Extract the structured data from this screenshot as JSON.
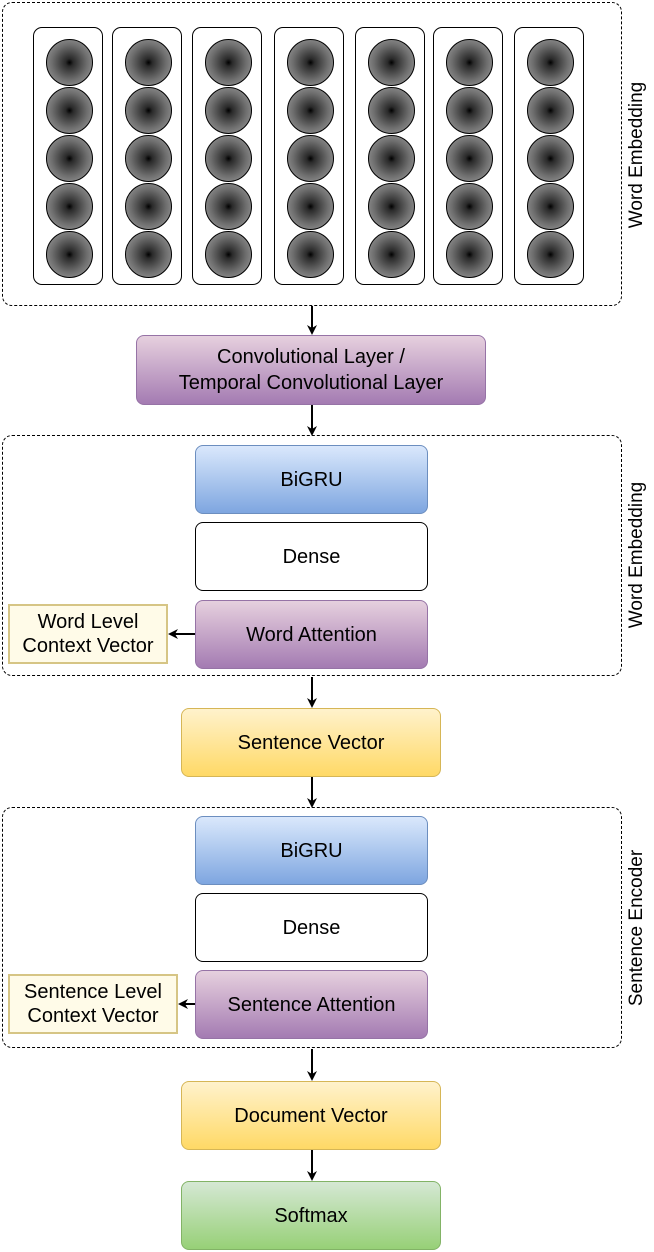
{
  "groups": {
    "embedding": {
      "label": "Word Embedding"
    },
    "word_encoder": {
      "label": "Word Embedding"
    },
    "sentence_encoder": {
      "label": "Sentence Encoder"
    }
  },
  "embedding": {
    "columns": 7,
    "neurons_per_column": 5
  },
  "nodes": {
    "conv": "Convolutional Layer /\nTemporal Convolutional Layer",
    "word_bigru": "BiGRU",
    "word_dense": "Dense",
    "word_attention": "Word Attention",
    "word_context": "Word Level\nContext Vector",
    "sentence_vector": "Sentence Vector",
    "sent_bigru": "BiGRU",
    "sent_dense": "Dense",
    "sent_attention": "Sentence Attention",
    "sent_context": "Sentence Level\nContext Vector",
    "document_vector": "Document Vector",
    "softmax": "Softmax"
  },
  "colors": {
    "purple": "#a47bb2",
    "blue": "#7ea6e0",
    "yellow": "#ffd966",
    "green": "#97d077"
  }
}
